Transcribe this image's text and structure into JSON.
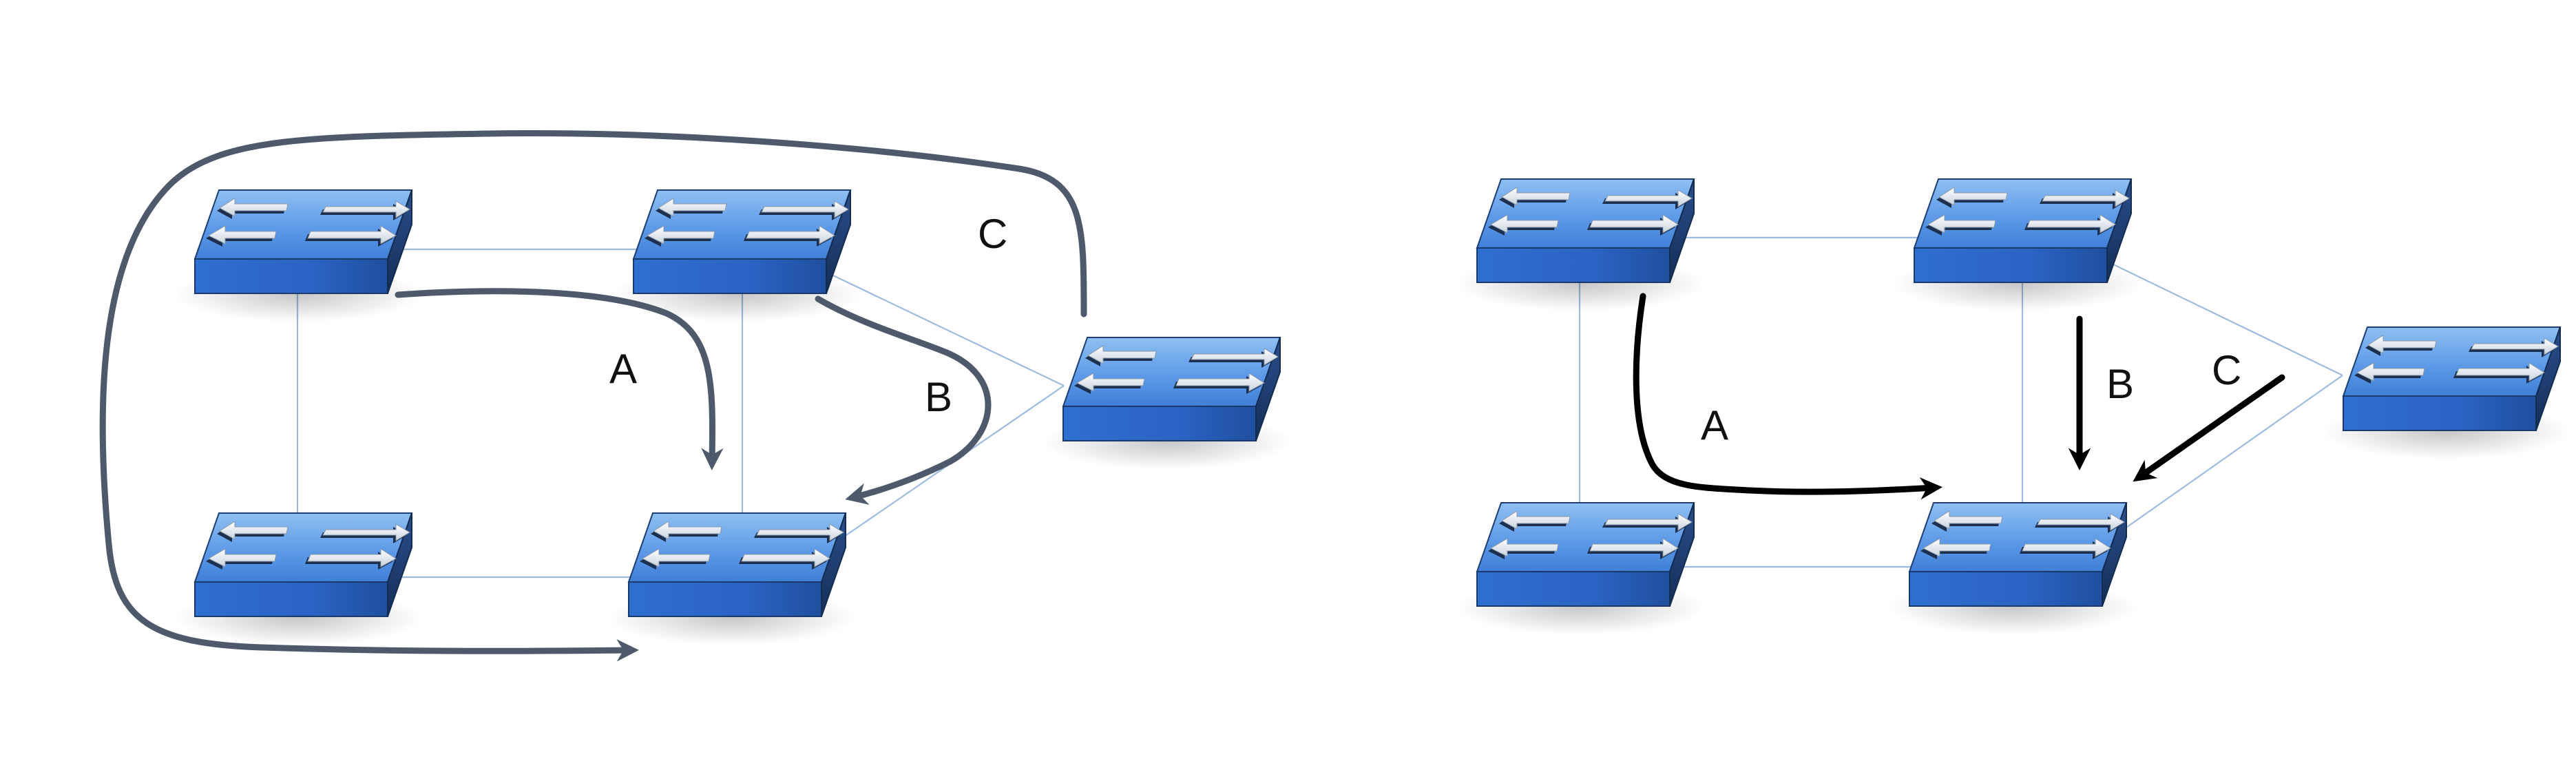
{
  "diagrams": [
    {
      "name": "left",
      "path_labels": [
        "A",
        "B",
        "C"
      ],
      "colors": {
        "links": "#9dbbe0",
        "paths": "#4e5a6c",
        "switch_top": "#5d9ae8",
        "switch_front": "#2c63c4"
      }
    },
    {
      "name": "right",
      "path_labels": [
        "A",
        "B",
        "C"
      ],
      "colors": {
        "links": "#9dbbe0",
        "paths": "#000000",
        "switch_top": "#5d9ae8",
        "switch_front": "#2c63c4"
      }
    }
  ],
  "icons": [
    "network-switch-icon"
  ]
}
